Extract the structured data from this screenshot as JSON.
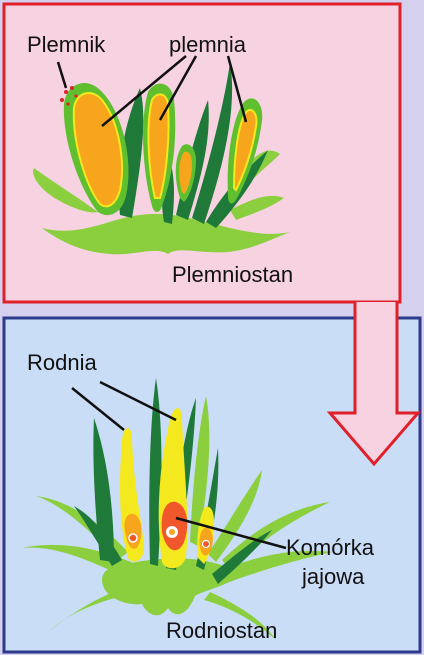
{
  "colors": {
    "page_background": "#d4d0ee",
    "top_panel_fill": "#f7d3e1",
    "top_panel_border": "#e0202a",
    "bottom_panel_fill": "#c9ddf6",
    "bottom_panel_border": "#2e3a8c",
    "dark_green": "#1f7a3a",
    "light_green": "#8bcf3f",
    "bright_green": "#5fbf2f",
    "orange": "#f7a51c",
    "yellow": "#f4e81e",
    "red_orange": "#f0572a",
    "arrow_outline": "#e0202a",
    "arrow_fill": "#f7d3e1",
    "leader_line": "#111111"
  },
  "labels": {
    "plemnik": "Plemnik",
    "plemnia": "plemnia",
    "plemniostan": "Plemniostan",
    "rodnia": "Rodnia",
    "komorka_line1": "Komórka",
    "komorka_line2": "jajowa",
    "rodniostan": "Rodniostan"
  },
  "icons": {
    "transition_arrow": "down-arrow-icon"
  }
}
